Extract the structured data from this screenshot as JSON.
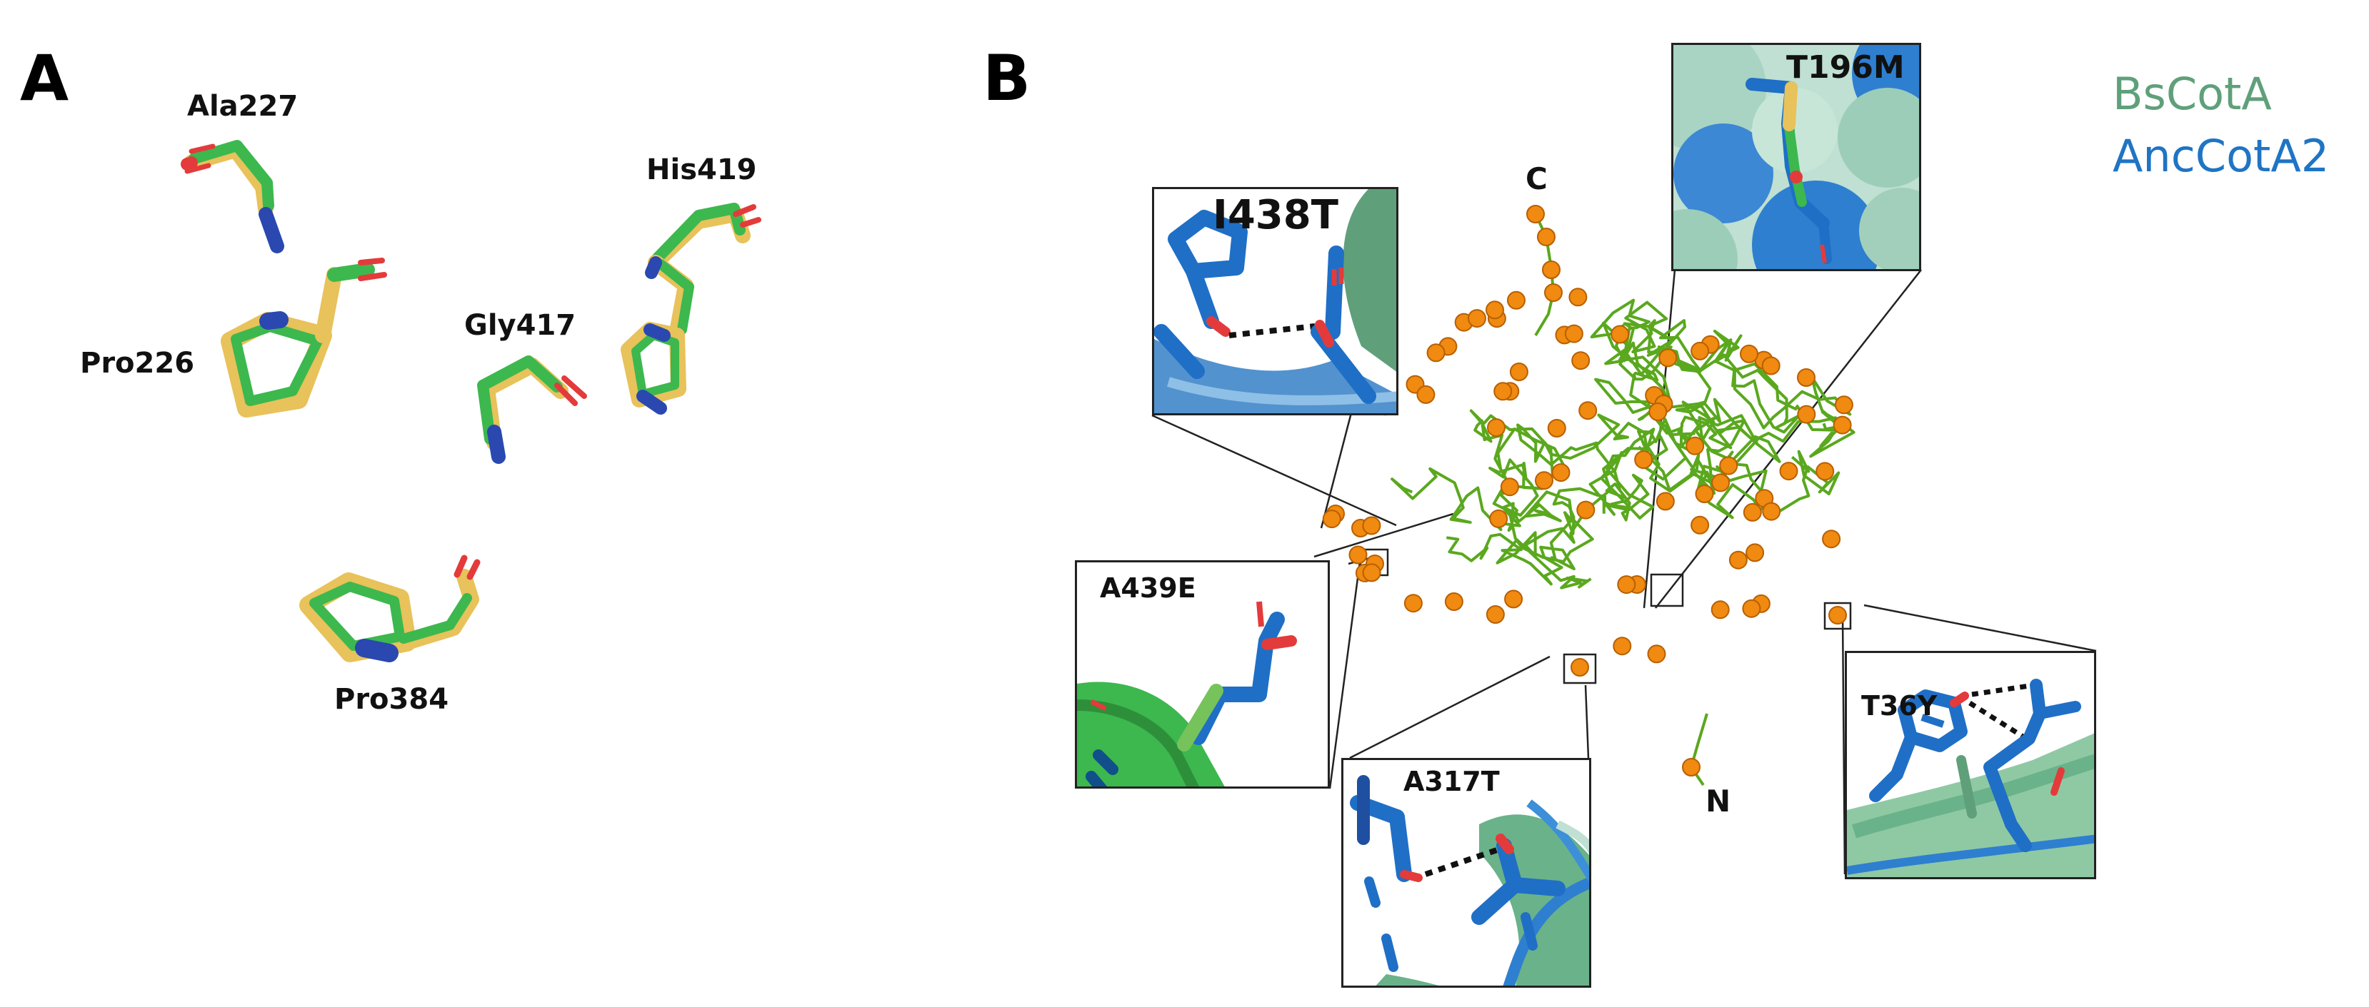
{
  "panel_a": {
    "letter": "A",
    "residues": [
      "Ala227",
      "Pro226",
      "Gly417",
      "His419",
      "Pro384"
    ]
  },
  "panel_b": {
    "letter": "B",
    "terminus_c": "C",
    "terminus_n": "N",
    "mutations": {
      "i438t": "I438T",
      "t196m": "T196M",
      "a439e": "A439E",
      "a317t": "A317T",
      "t36y": "T36Y"
    },
    "legend": [
      {
        "name": "BsCotA",
        "color": "#5fa07a"
      },
      {
        "name": "AncCotA2",
        "color": "#1f74c4"
      }
    ]
  },
  "colors": {
    "carbon_green": "#3cb84e",
    "carbon_yellow": "#e8c25a",
    "nitrogen": "#2a48b0",
    "oxygen": "#e33b3b",
    "backbone": "#5aa81e",
    "sphere": "#f08a10",
    "blue_stick": "#1f6fc6"
  }
}
